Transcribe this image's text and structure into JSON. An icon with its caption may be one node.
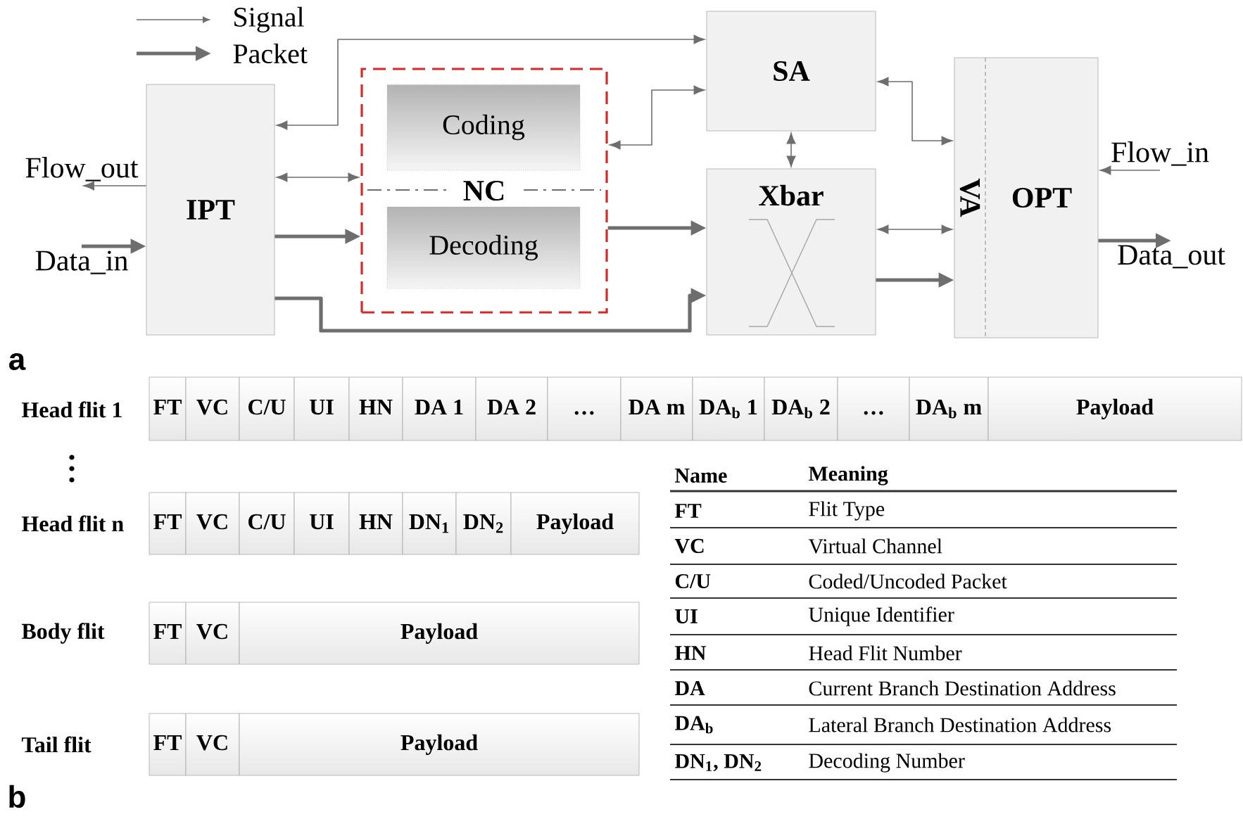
{
  "diagram": {
    "nodes": [
      {
        "text": [
          "IPT"
        ]
      },
      {
        "text": [
          "NC"
        ]
      },
      {
        "text": [
          "Coding"
        ],
        "in": 1
      },
      {
        "text": [
          "Decoding"
        ],
        "in": 1
      },
      {
        "text": [
          "SA"
        ]
      },
      {
        "text": [
          "Xbar"
        ]
      },
      {
        "text": [
          "OPT"
        ]
      },
      {
        "text": [
          "VA"
        ],
        "in": 6
      },
      {
        "text": [
          "Flow_out"
        ]
      },
      {
        "text": [
          "Data_in"
        ]
      },
      {
        "text": [
          "Flow_in"
        ]
      },
      {
        "text": [
          "Data_out"
        ]
      }
    ],
    "edges": [
      {
        "from": 0,
        "to": 8,
        "arrow": "to"
      },
      {
        "from": 9,
        "to": 0,
        "arrow": "to",
        "style": "thick"
      },
      {
        "from": 0,
        "to": 4,
        "arrow": "both"
      },
      {
        "from": 0,
        "to": 1,
        "arrow": "both"
      },
      {
        "from": 0,
        "to": 1,
        "arrow": "to",
        "style": "thick"
      },
      {
        "from": 0,
        "to": 5,
        "arrow": "to",
        "style": "thick"
      },
      {
        "from": 1,
        "to": 4,
        "arrow": "both"
      },
      {
        "from": 1,
        "to": 5,
        "arrow": "to",
        "style": "thick"
      },
      {
        "from": 4,
        "to": 5,
        "arrow": "both"
      },
      {
        "from": 4,
        "to": 7,
        "arrow": "both"
      },
      {
        "from": 5,
        "to": 7,
        "arrow": "both"
      },
      {
        "from": 5,
        "to": 7,
        "arrow": "to",
        "style": "thick"
      },
      {
        "from": 10,
        "to": 6,
        "arrow": "to"
      },
      {
        "from": 6,
        "to": 11,
        "arrow": "to",
        "style": "thick"
      }
    ],
    "labels": [
      "a",
      "Head flit 1",
      "FT",
      "VC",
      "C/U",
      "UI",
      "HN",
      "DA 1",
      "DA 2",
      "…",
      "DA m",
      "DA$_{b}$ 1",
      "DA$_{b}$ 2",
      "…",
      "DA$_{b}$ m",
      "Payload",
      "Head flit n",
      "FT",
      "VC",
      "C/U",
      "UI",
      "HN",
      "DN$_{1}$",
      "DN$_{2}$",
      "Payload",
      "Body flit",
      "FT",
      "VC",
      "Payload",
      "Tail flit",
      "FT",
      "VC",
      "Payload",
      "Name",
      "Meaning",
      "FT",
      "Flit Type",
      "VC",
      "Virtual Channel",
      "C/U",
      "Coded/Uncoded Packet",
      "UI",
      "Unique Identifier",
      "HN",
      "Head Flit Number",
      "DA",
      "Current Branch Destination Address",
      "DA$_{b}$",
      "Lateral Branch Destination Address",
      "DN$_{1}$, DN$_{2}$",
      "Decoding Number",
      "b"
    ],
    "legend": [
      {
        "text": "Signal"
      },
      {
        "text": "Packet"
      }
    ]
  }
}
